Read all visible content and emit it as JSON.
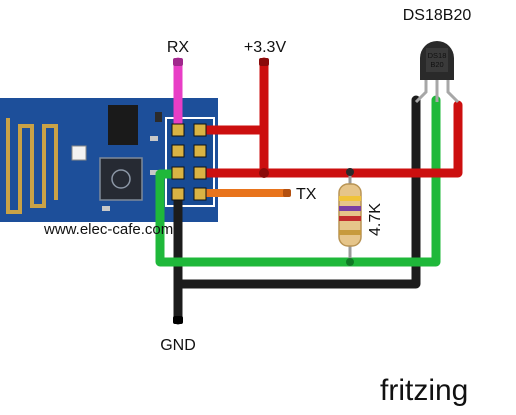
{
  "labels": {
    "rx": "RX",
    "vcc": "+3.3V",
    "tx": "TX",
    "gnd": "GND",
    "sensor_title": "DS18B20",
    "resistor": "4.7K",
    "website": "www.elec-cafe.com",
    "chip_marking_line1": "DS18",
    "chip_marking_line2": "B20",
    "watermark": "fritzing"
  },
  "colors": {
    "board": "#1d4f9a",
    "rx_wire": "#e83ec6",
    "vcc_wire": "#cc0f0f",
    "tx_wire": "#e8741c",
    "data_wire": "#1fb83a",
    "gnd_wire": "#1c1c1c",
    "watermark": "#cfcfcf"
  },
  "icons": {
    "esp_module": "esp8266-esp01-board-icon",
    "sensor": "ds18b20-to92-icon",
    "resistor": "resistor-icon"
  }
}
